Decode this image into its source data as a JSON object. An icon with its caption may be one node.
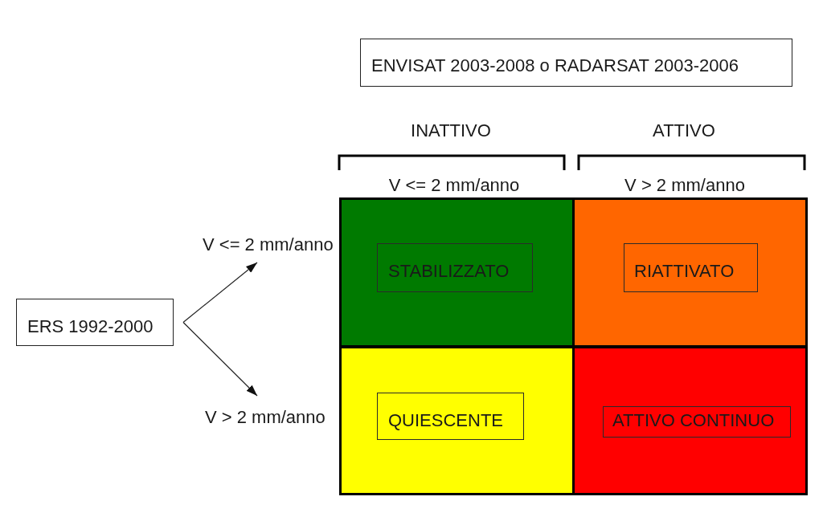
{
  "diagram": {
    "nodes": [
      {
        "text": [
          "ENVISAT 2003-2008 o RADARSAT 2003-2006"
        ]
      },
      {
        "text": [
          "ERS 1992-2000"
        ]
      },
      {
        "text": [],
        "shape": "box"
      },
      {
        "text": [
          "STABILIZZATO"
        ],
        "in": 2
      },
      {
        "text": [],
        "shape": "box"
      },
      {
        "text": [
          "RIATTIVATO"
        ],
        "in": 4
      },
      {
        "text": [],
        "shape": "box"
      },
      {
        "text": [
          "QUIESCENTE"
        ],
        "in": 6
      },
      {
        "text": [],
        "shape": "box"
      },
      {
        "text": [
          "ATTIVO CONTINUO"
        ],
        "in": 8
      }
    ],
    "edges": [
      {
        "from": 1,
        "to": null,
        "arrow": "to",
        "label": "V <= 2 mm/anno"
      },
      {
        "from": 1,
        "to": null,
        "arrow": "to",
        "label": "V > 2 mm/anno"
      }
    ],
    "labels": [
      "INATTIVO",
      "ATTIVO",
      "V <= 2 mm/anno",
      "V > 2 mm/anno"
    ]
  }
}
